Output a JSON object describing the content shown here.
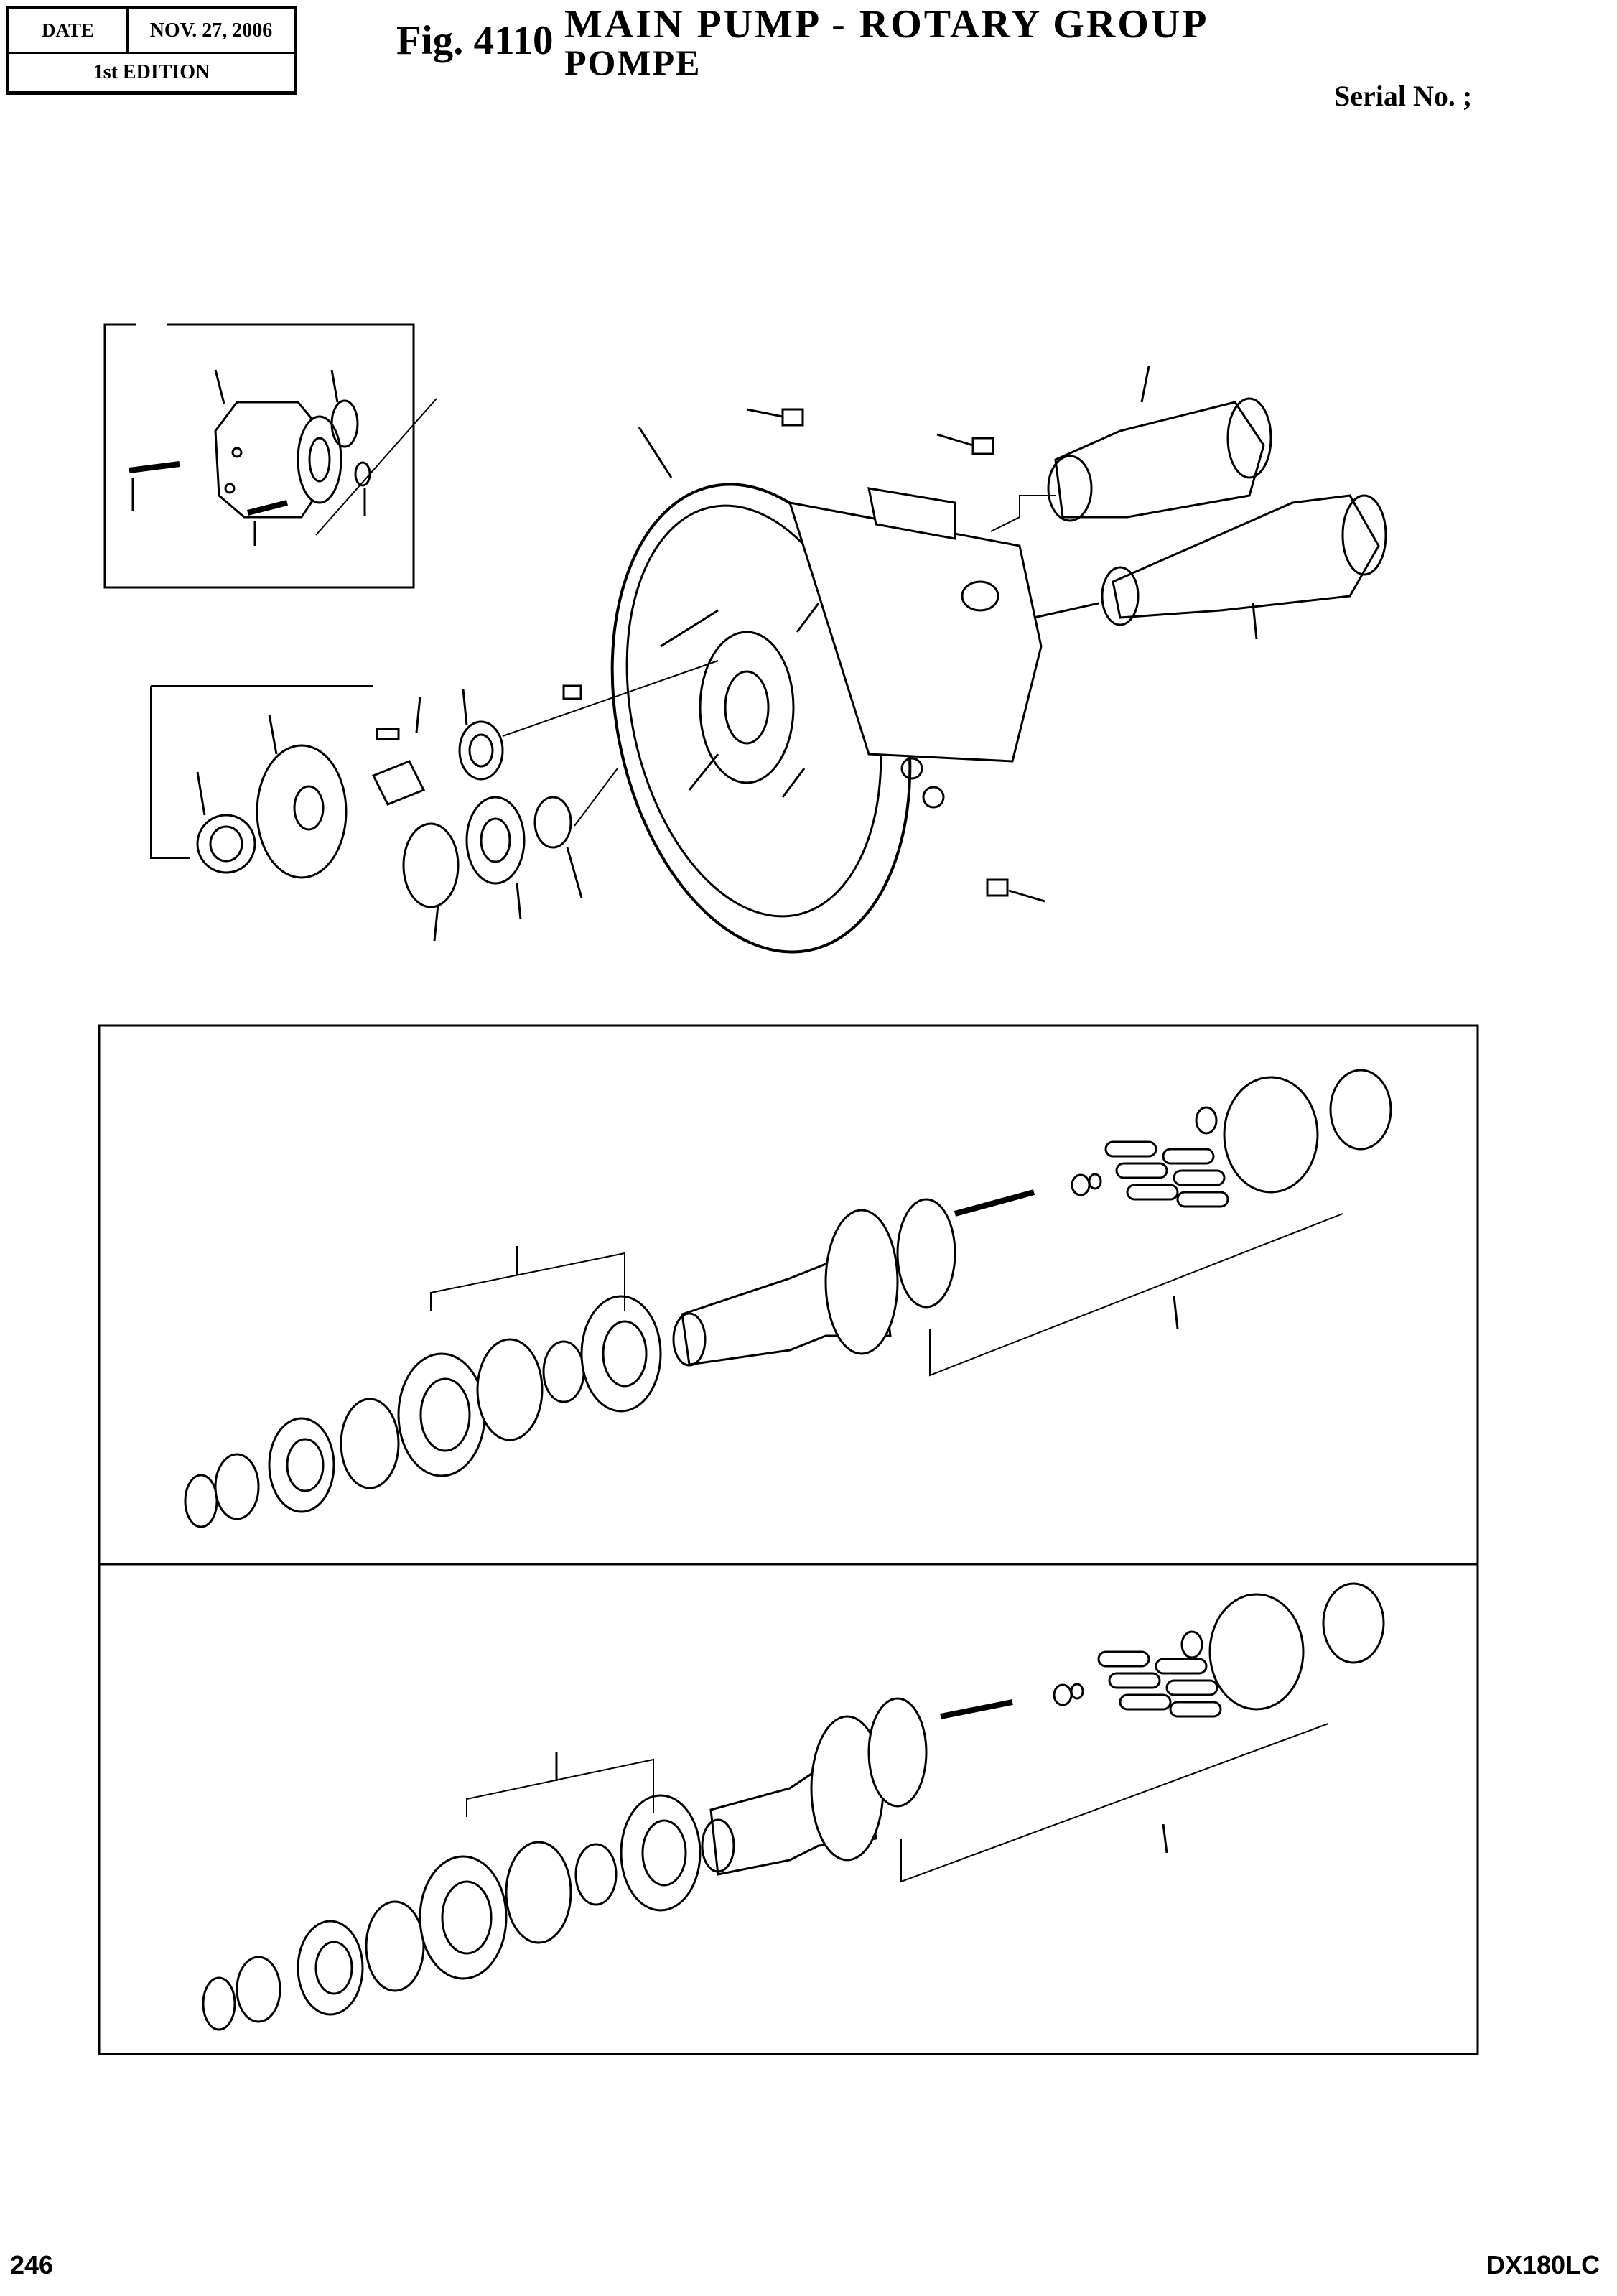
{
  "header": {
    "date_label": "DATE",
    "date_value": "NOV. 27, 2006",
    "edition": "1st EDITION",
    "fig_number": "Fig. 4110",
    "title_en": "MAIN  PUMP  -  ROTARY  GROUP",
    "title_fr": "POMPE",
    "serial": "Serial No. ;"
  },
  "footer": {
    "page": "246",
    "model": "DX180LC"
  }
}
